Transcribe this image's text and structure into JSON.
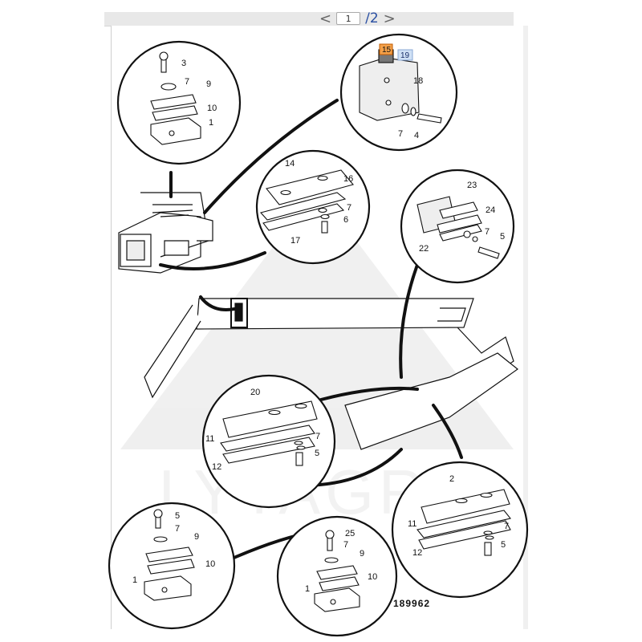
{
  "viewer": {
    "prev_label": "<",
    "next_label": ">",
    "current_page": "1",
    "total_pages": "/2"
  },
  "drawing": {
    "drawing_number": "189962",
    "watermark_text": "LYTAGRA",
    "markers": {
      "highlight_a": "15",
      "highlight_b": "19"
    },
    "callouts": {
      "c_top_left": [
        "3",
        "7",
        "9",
        "10",
        "1"
      ],
      "c_top_right": [
        "18",
        "7",
        "4"
      ],
      "c_mid": [
        "14",
        "16",
        "7",
        "6",
        "17"
      ],
      "c_right": [
        "23",
        "24",
        "7",
        "5",
        "22"
      ],
      "c_center": [
        "20",
        "11",
        "7",
        "12",
        "5"
      ],
      "c_bottom_left": [
        "5",
        "7",
        "9",
        "10",
        "1"
      ],
      "c_bottom_mid": [
        "25",
        "7",
        "9",
        "10",
        "1"
      ],
      "c_bottom_right": [
        "2",
        "11",
        "7",
        "5",
        "12"
      ]
    }
  }
}
